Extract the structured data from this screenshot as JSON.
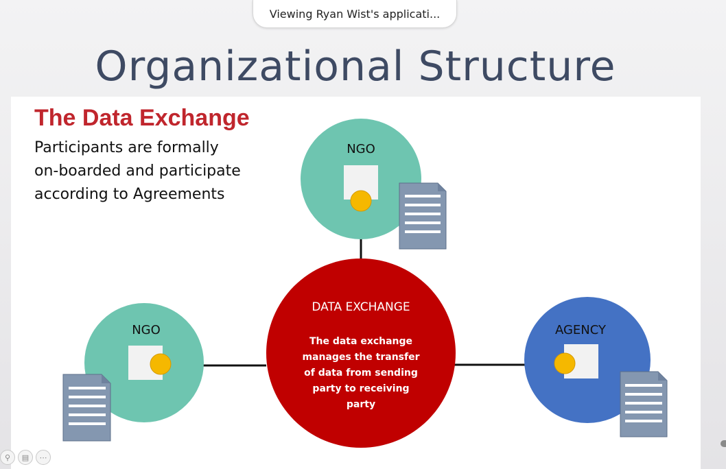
{
  "share_banner": {
    "text": "Viewing Ryan Wist's applicati..."
  },
  "slide": {
    "title": "Organizational Structure",
    "heading": "The Data Exchange",
    "description_lines": [
      "Participants are formally",
      "on-boarded and participate",
      "according to Agreements"
    ]
  },
  "diagram": {
    "top_node": {
      "label": "NGO"
    },
    "left_node": {
      "label": "NGO"
    },
    "right_node": {
      "label": "AGENCY"
    },
    "center": {
      "title": "DATA EXCHANGE",
      "body_lines": [
        "The data exchange",
        "manages the transfer",
        "of data from sending",
        "party to receiving",
        "party"
      ]
    }
  },
  "colors": {
    "teal": "#6ec5b0",
    "red": "#c00000",
    "blue": "#4472c4",
    "connector": "#f5b800",
    "document": "#8497b0",
    "heading": "#c0262d",
    "title": "#3e4a63"
  },
  "controls": {
    "icons": [
      "search-icon",
      "slides-icon",
      "more-icon"
    ]
  }
}
